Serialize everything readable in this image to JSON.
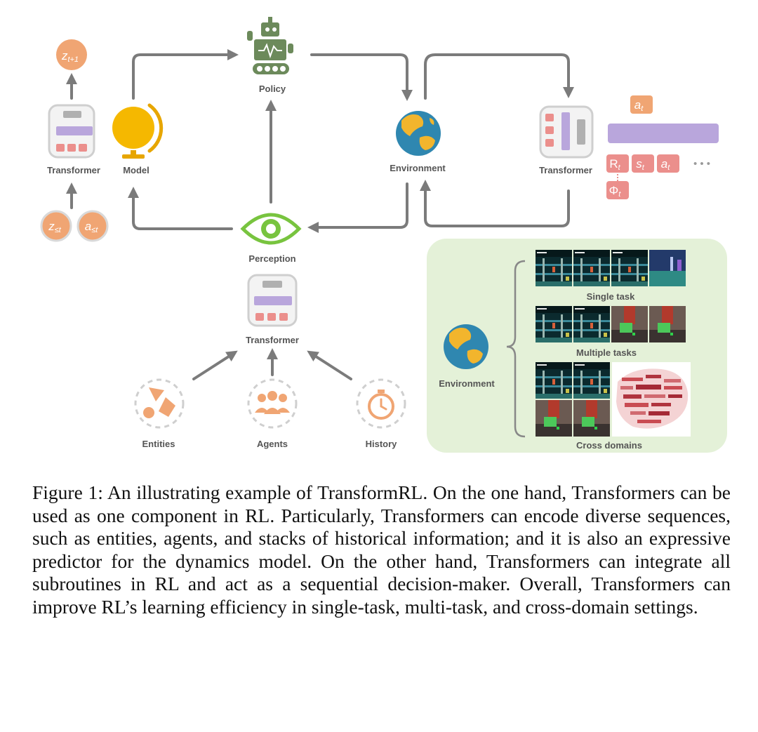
{
  "figure": {
    "labels": {
      "policy": "Policy",
      "environment": "Environment",
      "model": "Model",
      "perception": "Perception",
      "transformer_left": "Transformer",
      "transformer_center": "Transformer",
      "transformer_right": "Transformer",
      "entities": "Entities",
      "agents": "Agents",
      "history": "History"
    },
    "tokens": {
      "z_next": "z",
      "z_next_sub": "t+1",
      "z_hist": "z",
      "z_hist_sub": "≤t",
      "a_hist": "a",
      "a_hist_sub": "≤t",
      "a_t": "a",
      "a_t_sub": "t",
      "R_t": "R",
      "R_t_sub": "t",
      "s_t": "s",
      "s_t_sub": "t",
      "a_t2": "a",
      "a_t2_sub": "t",
      "phi_t": "Φ",
      "phi_t_sub": "t",
      "ellipsis": "• • •"
    },
    "panel": {
      "environment": "Environment",
      "single_task": "Single task",
      "multiple_tasks": "Multiple tasks",
      "cross_domains": "Cross domains"
    },
    "colors": {
      "orange_token": "#f0a573",
      "salmon_token": "#eb8f8c",
      "purple_bar": "#b9a6dc",
      "panel_bg": "#e4f1d8",
      "arrow": "#7b7b7b",
      "robot": "#6c8a5b",
      "eye": "#78c43f",
      "globe_gold": "#f5b800",
      "earth_ocean": "#2f87b0",
      "earth_land": "#f2b52d"
    }
  },
  "caption": {
    "label": "Figure 1:",
    "text": "An illustrating example of TransformRL. On the one hand, Transformers can be used as one component in RL. Particularly, Transformers can encode diverse sequences, such as entities, agents, and stacks of historical information; and it is also an expressive predictor for the dynamics model. On the other hand, Transformers can integrate all subroutines in RL and act as a sequential decision-maker. Overall, Transformers can improve RL’s learning efficiency in single-task, multi-task, and cross-domain settings."
  }
}
